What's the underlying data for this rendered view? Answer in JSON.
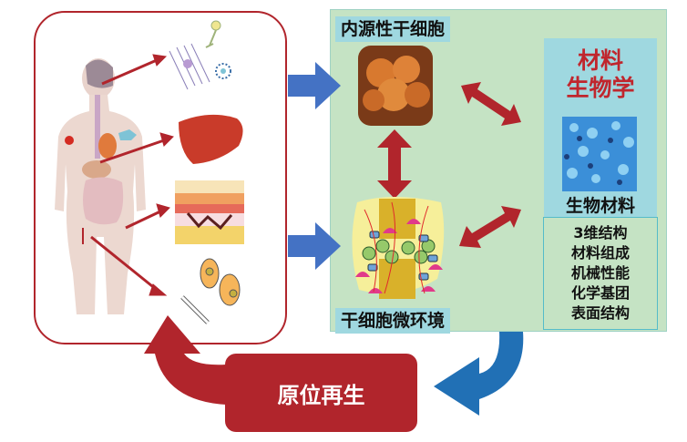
{
  "diagram": {
    "left_panel": {
      "title": "",
      "illustrations": [
        "human-body",
        "neural-cells",
        "liver",
        "skin-layers",
        "bone-and-cartilage-cells"
      ]
    },
    "stem_cell_label": "内源性干细胞",
    "niche_label": "干细胞微环境",
    "materials_biology": {
      "title_line1": "材料",
      "title_line2": "生物学",
      "biomaterial_label": "生物材料",
      "properties": [
        "3维结构",
        "材料组成",
        "机械性能",
        "化学基团",
        "表面结构"
      ]
    },
    "regeneration_label": "原位再生",
    "colors": {
      "red": "#b1252c",
      "blue_arrow": "#4472c4",
      "blue_curve_arrow": "#2170b5",
      "green_panel": "#c5e3c4",
      "cyan_label": "#9fd8e0"
    }
  }
}
